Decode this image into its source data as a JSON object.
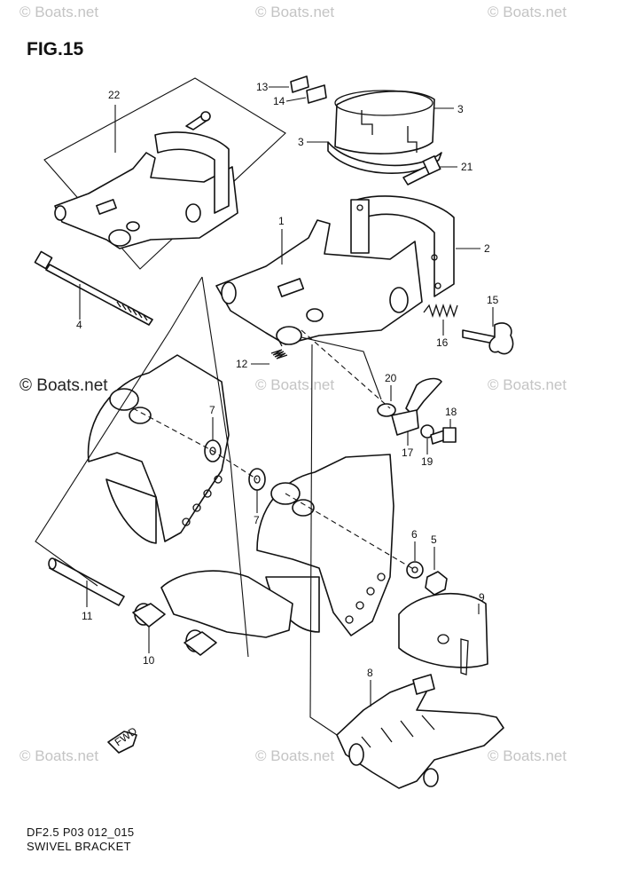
{
  "figure": {
    "title": "FIG.15",
    "code": "DF2.5 P03 012_015",
    "name": "SWIVEL BRACKET",
    "fwd_label": "FWD"
  },
  "watermarks": {
    "text": "© Boats.net",
    "center_text": "© Boats.net"
  },
  "callouts": [
    {
      "id": "c1",
      "label": "1"
    },
    {
      "id": "c2",
      "label": "2"
    },
    {
      "id": "c3a",
      "label": "3"
    },
    {
      "id": "c3b",
      "label": "3"
    },
    {
      "id": "c4",
      "label": "4"
    },
    {
      "id": "c5",
      "label": "5"
    },
    {
      "id": "c6",
      "label": "6"
    },
    {
      "id": "c7a",
      "label": "7"
    },
    {
      "id": "c7b",
      "label": "7"
    },
    {
      "id": "c8",
      "label": "8"
    },
    {
      "id": "c9",
      "label": "9"
    },
    {
      "id": "c10",
      "label": "10"
    },
    {
      "id": "c11",
      "label": "11"
    },
    {
      "id": "c12",
      "label": "12"
    },
    {
      "id": "c13",
      "label": "13"
    },
    {
      "id": "c14",
      "label": "14"
    },
    {
      "id": "c15",
      "label": "15"
    },
    {
      "id": "c16",
      "label": "16"
    },
    {
      "id": "c17",
      "label": "17"
    },
    {
      "id": "c18",
      "label": "18"
    },
    {
      "id": "c19",
      "label": "19"
    },
    {
      "id": "c20",
      "label": "20"
    },
    {
      "id": "c21",
      "label": "21"
    },
    {
      "id": "c22",
      "label": "22"
    }
  ]
}
